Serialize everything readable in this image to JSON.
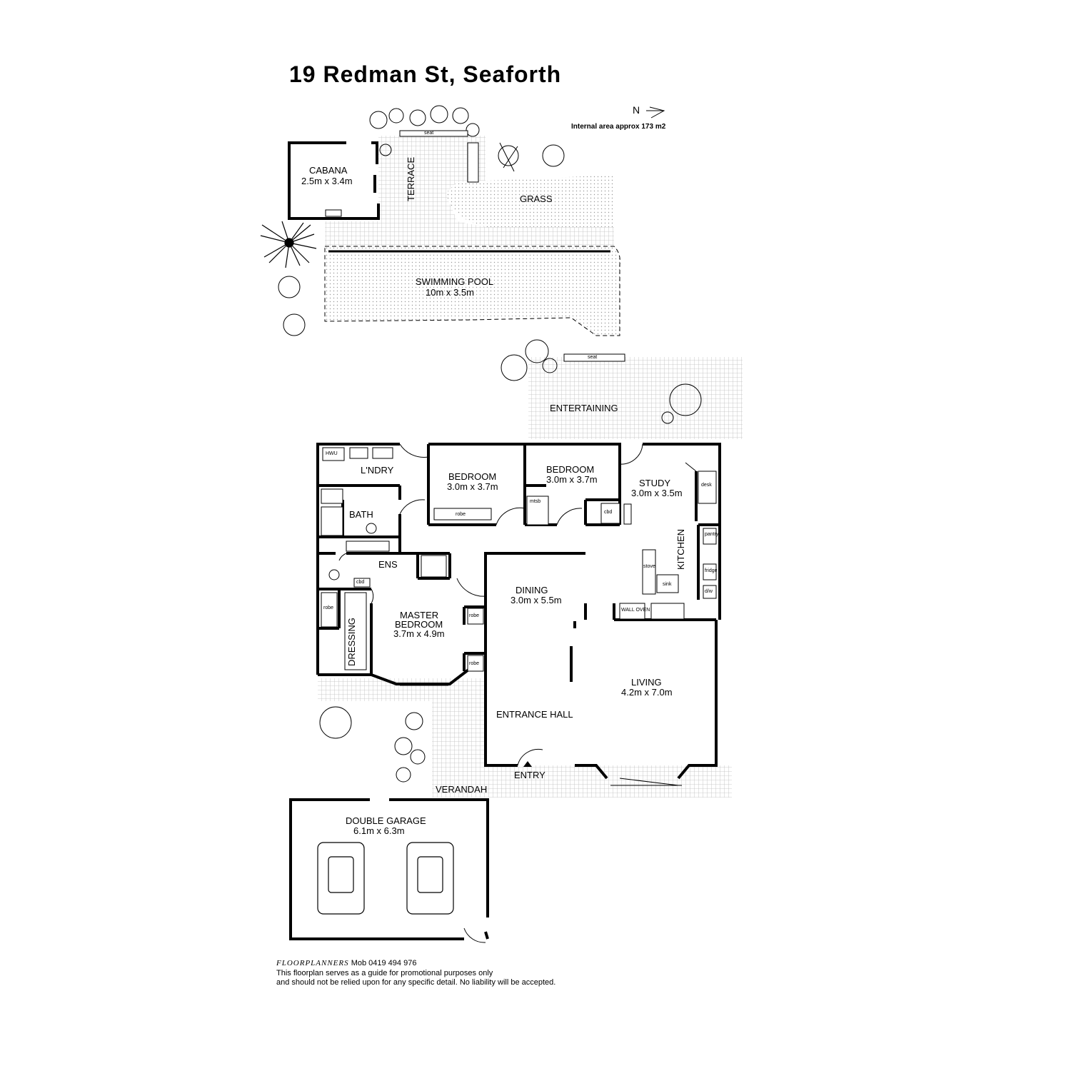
{
  "title": "19 Redman St, Seaforth",
  "north_label": "N",
  "area_note": "Internal area approx 173 m2",
  "rooms": {
    "cabana": {
      "name": "CABANA",
      "size": "2.5m x 3.4m"
    },
    "terrace": {
      "name": "TERRACE"
    },
    "grass": {
      "name": "GRASS"
    },
    "pool": {
      "name": "SWIMMING POOL",
      "size": "10m x 3.5m"
    },
    "entertaining": {
      "name": "ENTERTAINING"
    },
    "laundry": {
      "name": "L'NDRY"
    },
    "bath": {
      "name": "BATH"
    },
    "bedroom1": {
      "name": "BEDROOM",
      "size": "3.0m x 3.7m"
    },
    "bedroom2": {
      "name": "BEDROOM",
      "size": "3.0m x 3.7m"
    },
    "study": {
      "name": "STUDY",
      "size": "3.0m x 3.5m"
    },
    "kitchen": {
      "name": "KITCHEN"
    },
    "ensuite": {
      "name": "ENS"
    },
    "dining": {
      "name": "DINING",
      "size": "3.0m x 5.5m"
    },
    "master": {
      "name": "MASTER",
      "name2": "BEDROOM",
      "size": "3.7m x 4.9m"
    },
    "dressing": {
      "name": "DRESSING"
    },
    "living": {
      "name": "LIVING",
      "size": "4.2m x 7.0m"
    },
    "hall": {
      "name": "ENTRANCE HALL"
    },
    "entry": {
      "name": "ENTRY"
    },
    "verandah": {
      "name": "VERANDAH"
    },
    "garage": {
      "name": "DOUBLE GARAGE",
      "size": "6.1m x 6.3m"
    }
  },
  "fixtures": {
    "seat": "seat",
    "hwu": "HWU",
    "robe": "robe",
    "mtsb": "mtsb",
    "cbd": "cbd",
    "desk": "desk",
    "pantry": "pantry",
    "fridge": "fridge",
    "dw": "d/w",
    "sink": "sink",
    "stove": "stove",
    "wall_oven": "WALL OVEN"
  },
  "footer": {
    "brand": "FLOORPLANNERS",
    "phone": "Mob 0419 494 976",
    "line1": "This floorplan serves as a guide for promotional purposes only",
    "line2": "and should not be relied upon for any specific detail. No liability will be accepted."
  }
}
